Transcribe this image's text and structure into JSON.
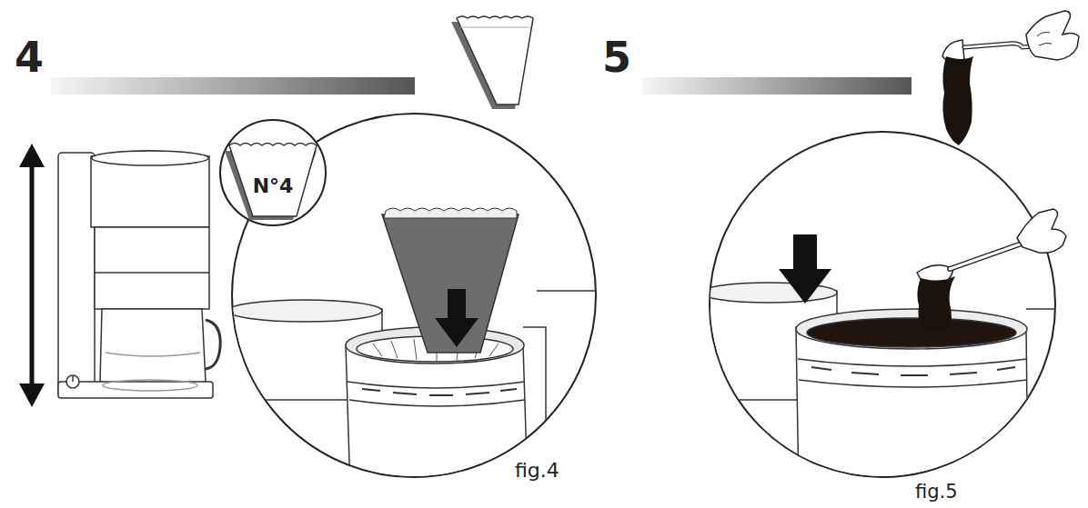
{
  "diagram": {
    "labels": [
      "4",
      "N°4",
      "fig.4",
      "5",
      "fig.5"
    ]
  }
}
